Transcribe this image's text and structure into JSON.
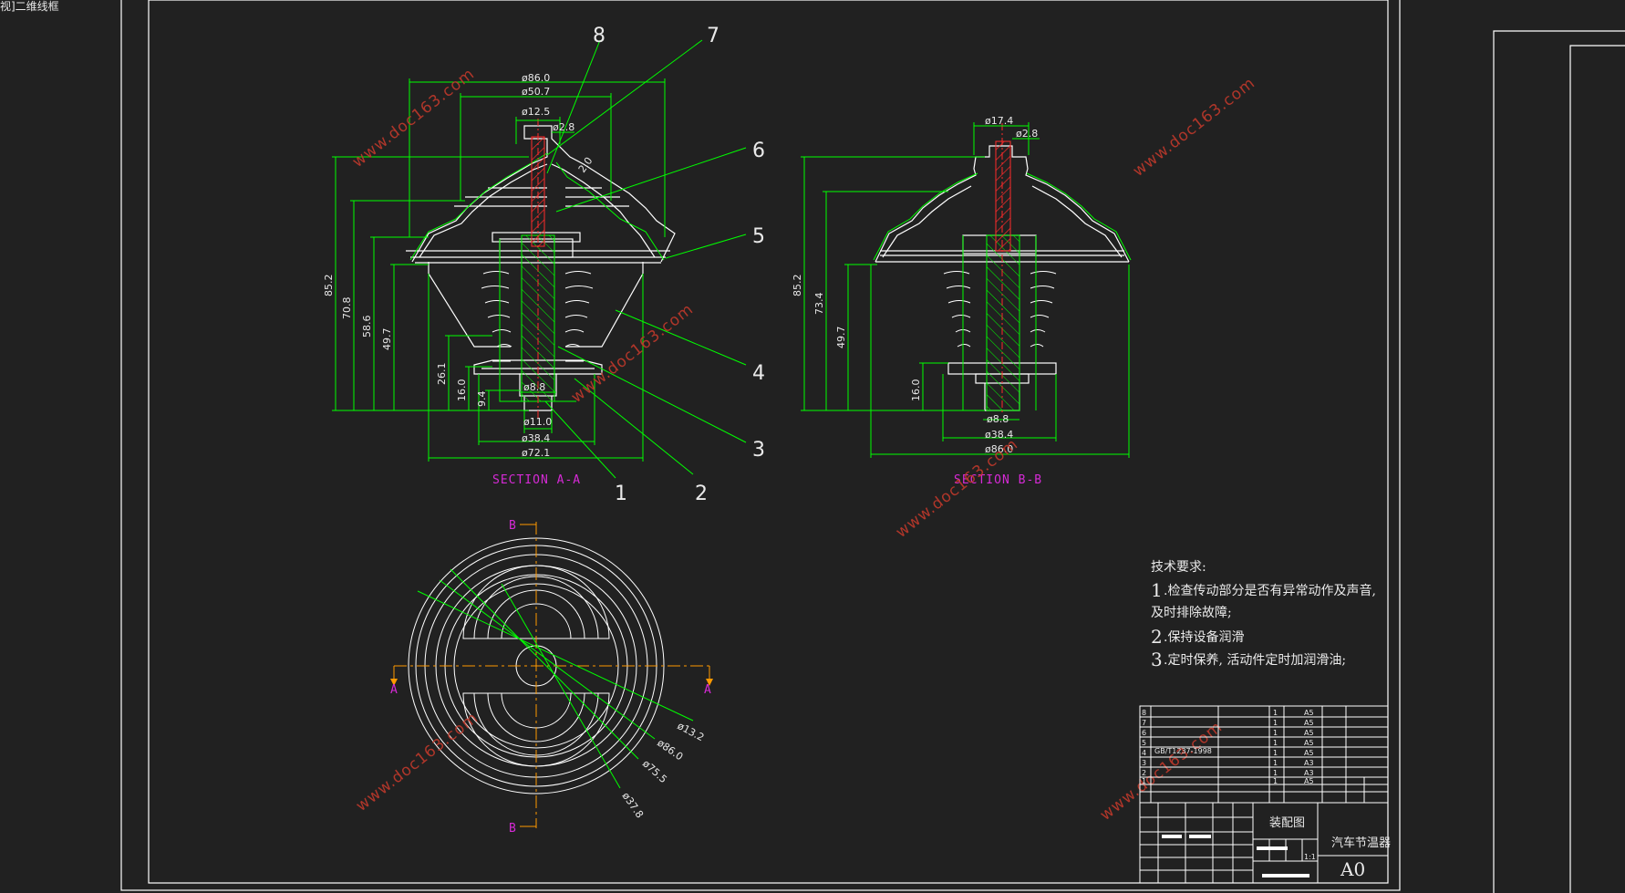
{
  "viewport_label": "视]二维线框",
  "colors": {
    "background": "#212121",
    "frame": "#ffffff",
    "geometry": "#ffffff",
    "dimension": "#00ff00",
    "section_label": "#d62ad6",
    "centerline": "#ff9900",
    "hatch": "#ff2a2a",
    "watermark": "#c0392b"
  },
  "section_aa": {
    "title": "SECTION A-A",
    "dims": {
      "d_top_outer": "ø86.0",
      "d_top_inner": "ø50.7",
      "d_neck": "ø12.5",
      "d_pin": "ø2.8",
      "wall": "2.0",
      "h_total": "85.2",
      "h_708": "70.8",
      "h_586": "58.6",
      "h_497": "49.7",
      "h_261": "26.1",
      "h_160": "16.0",
      "h_94": "9.4",
      "d_rod": "ø8.8",
      "d_base": "ø11.0",
      "d_384": "ø38.4",
      "d_721": "ø72.1"
    },
    "callouts": [
      "1",
      "2",
      "3",
      "4",
      "5",
      "6",
      "7",
      "8"
    ]
  },
  "section_bb": {
    "title": "SECTION B-B",
    "dims": {
      "d_top": "ø17.4",
      "d_pin": "ø2.8",
      "h_total": "85.2",
      "h_734": "73.4",
      "h_497": "49.7",
      "h_160": "16.0",
      "d_rod": "ø8.8",
      "d_384": "ø38.4",
      "d_860": "ø86.0"
    }
  },
  "plan_view": {
    "label_b": "B",
    "label_a": "A",
    "dims": [
      "ø13.2",
      "ø86.0",
      "ø75.5",
      "ø37.8"
    ]
  },
  "watermark_text": "www.doc163.com",
  "tech_requirements": {
    "heading": "技术要求:",
    "items": [
      {
        "num": "1",
        "text": ".检查传动部分是否有异常动作及声音,"
      },
      {
        "num": "",
        "text": "及时排除故障;"
      },
      {
        "num": "2",
        "text": ".保持设备润滑"
      },
      {
        "num": "3",
        "text": ".定时保养, 活动件定时加润滑油;"
      }
    ]
  },
  "title_block": {
    "drawing_name": "装配图",
    "part_name": "汽车节温器",
    "sheet_size": "A0",
    "scale": "1:1",
    "standard": "GB/T1237-1998",
    "bom_rows": [
      {
        "no": "8",
        "qty": "1",
        "material": "A5"
      },
      {
        "no": "7",
        "qty": "1",
        "material": "A5"
      },
      {
        "no": "6",
        "qty": "1",
        "material": "A5"
      },
      {
        "no": "5",
        "qty": "1",
        "material": "A5"
      },
      {
        "no": "4",
        "qty": "1",
        "material": "A5"
      },
      {
        "no": "3",
        "qty": "1",
        "material": "A3"
      },
      {
        "no": "2",
        "qty": "1",
        "material": "A3"
      },
      {
        "no": "1",
        "qty": "1",
        "material": "A5"
      }
    ]
  }
}
